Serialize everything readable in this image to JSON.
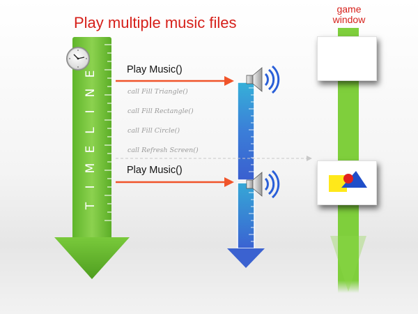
{
  "title": "Play multiple music files",
  "game_window_label": [
    "game",
    "window"
  ],
  "timeline_label": [
    "T",
    "I",
    "M",
    "E",
    "L",
    "I",
    "N",
    "E"
  ],
  "events": {
    "play1": "Play Music()",
    "calls": [
      "call Fill Triangle()",
      "call Fill Rectangle()",
      "call Fill Circle()",
      "call Refresh Screen()"
    ],
    "play2": "Play Music()"
  },
  "icons": [
    "clock-icon",
    "speaker-icon",
    "speaker-icon"
  ],
  "colors": {
    "title": "#d6201a",
    "timeline_green": "#6cc433",
    "track_blue": "#3d6fd6",
    "arrow_orange": "#f0542a",
    "shape_yellow": "#ffe81a",
    "shape_blue": "#1f4ec9",
    "shape_red": "#e02020"
  }
}
